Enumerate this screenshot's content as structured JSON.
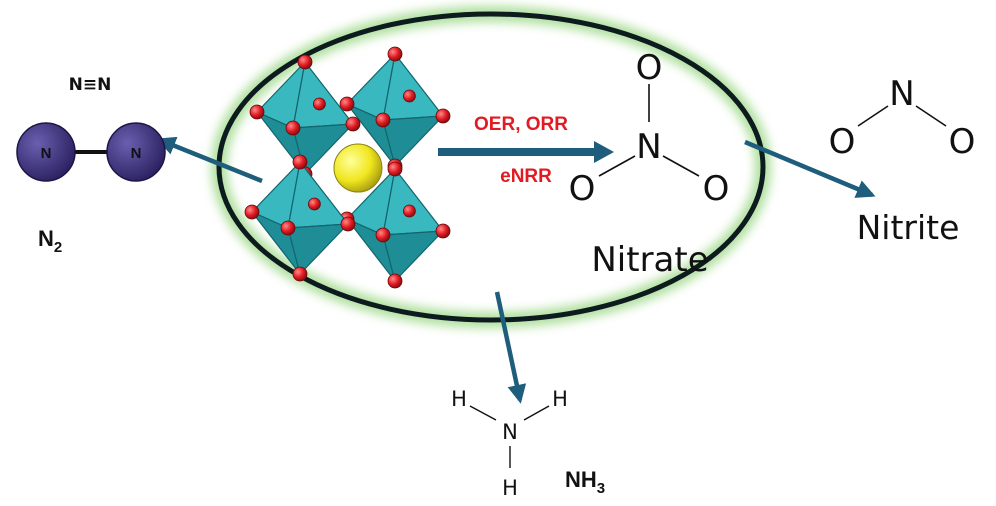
{
  "labels": {
    "n2_triple": "N≡N",
    "n2_atom_left": "N",
    "n2_atom_right": "N",
    "n2_name": "N",
    "n2_sub": "2",
    "reaction_line1": "OER, ORR",
    "reaction_line2": "eNRR",
    "nitrate_N": "N",
    "nitrate_O_top": "O",
    "nitrate_O_left": "O",
    "nitrate_O_right": "O",
    "nitrate_name": "Nitrate",
    "nitrite_N": "N",
    "nitrite_O_left": "O",
    "nitrite_O_right": "O",
    "nitrite_name": "Nitrite",
    "nh3_N": "N",
    "nh3_H_left": "H",
    "nh3_H_right": "H",
    "nh3_H_bottom": "H",
    "nh3_name": "NH",
    "nh3_sub": "3"
  },
  "colors": {
    "ellipse_stroke": "#0d1b1f",
    "ellipse_glow": "#9fd48f",
    "arrow": "#1f5d7c",
    "octahedron": "#39b8c0",
    "octahedron_dark": "#1f8d96",
    "oxygen_atom": "#e11b22",
    "a_site_atom": "#f0e61e",
    "n2_atom": "#3c2f78",
    "reaction_text": "#e11b22"
  }
}
